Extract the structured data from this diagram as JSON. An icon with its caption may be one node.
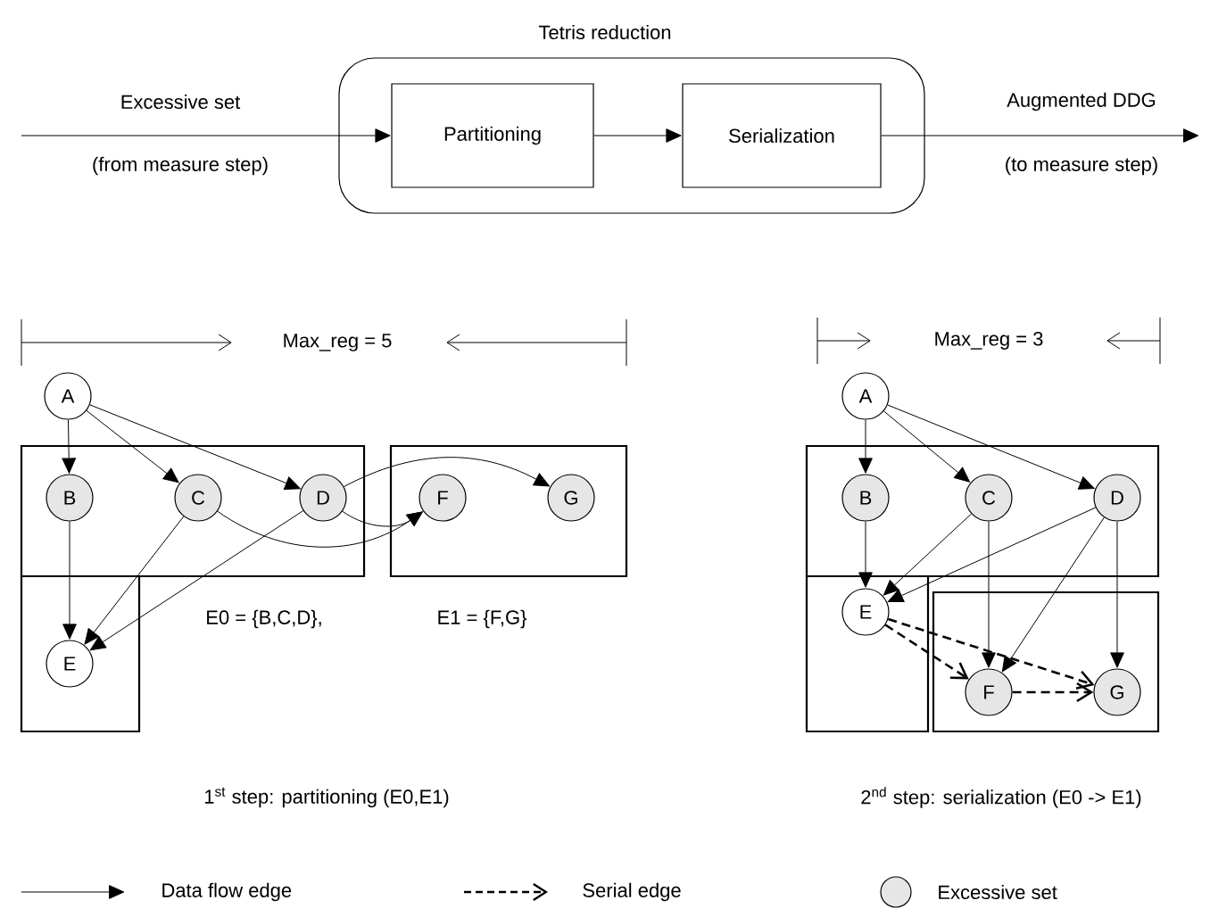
{
  "diagram": {
    "nodes": [
      {
        "text": [
          "Tetris reduction"
        ]
      },
      {
        "text": [
          "Partitioning"
        ],
        "in": 0
      },
      {
        "text": [
          "Serialization"
        ],
        "in": 0
      },
      {
        "text": [
          "A"
        ]
      },
      {
        "text": [],
        "shape": "box"
      },
      {
        "text": [
          "B"
        ],
        "in": 4
      },
      {
        "text": [
          "C"
        ],
        "in": 4
      },
      {
        "text": [
          "D"
        ],
        "in": 4
      },
      {
        "text": [],
        "shape": "box"
      },
      {
        "text": [
          "F"
        ],
        "in": 8
      },
      {
        "text": [
          "G"
        ],
        "in": 8
      },
      {
        "text": [],
        "shape": "box"
      },
      {
        "text": [
          "E"
        ],
        "in": 11
      },
      {
        "text": [
          "A"
        ]
      },
      {
        "text": [],
        "shape": "box"
      },
      {
        "text": [
          "B"
        ],
        "in": 14
      },
      {
        "text": [
          "C"
        ],
        "in": 14
      },
      {
        "text": [
          "D"
        ],
        "in": 14
      },
      {
        "text": [],
        "shape": "box"
      },
      {
        "text": [
          "E"
        ],
        "in": 18
      },
      {
        "text": [],
        "shape": "box"
      },
      {
        "text": [
          "F"
        ],
        "in": 20
      },
      {
        "text": [
          "G"
        ],
        "in": 20
      }
    ],
    "edges": [
      {
        "from": null,
        "to": 1,
        "arrow": "to",
        "label": "Excessive set"
      },
      {
        "from": 1,
        "to": 2,
        "arrow": "to"
      },
      {
        "from": 2,
        "to": null,
        "arrow": "to",
        "label": "Augmented DDG"
      },
      {
        "from": 3,
        "to": 5,
        "arrow": "to"
      },
      {
        "from": 3,
        "to": 6,
        "arrow": "to"
      },
      {
        "from": 3,
        "to": 7,
        "arrow": "to"
      },
      {
        "from": 7,
        "to": 10,
        "arrow": "to"
      },
      {
        "from": 6,
        "to": 9,
        "arrow": "to"
      },
      {
        "from": 7,
        "to": 9,
        "arrow": "to"
      },
      {
        "from": 5,
        "to": 12,
        "arrow": "to"
      },
      {
        "from": 6,
        "to": 12,
        "arrow": "to"
      },
      {
        "from": 7,
        "to": 12,
        "arrow": "to"
      },
      {
        "from": 13,
        "to": 15,
        "arrow": "to"
      },
      {
        "from": 13,
        "to": 16,
        "arrow": "to"
      },
      {
        "from": 13,
        "to": 17,
        "arrow": "to"
      },
      {
        "from": 15,
        "to": 19,
        "arrow": "to"
      },
      {
        "from": 16,
        "to": 19,
        "arrow": "to"
      },
      {
        "from": 17,
        "to": 19,
        "arrow": "to"
      },
      {
        "from": 16,
        "to": 21,
        "arrow": "to"
      },
      {
        "from": 17,
        "to": 21,
        "arrow": "to"
      },
      {
        "from": 17,
        "to": 22,
        "arrow": "to"
      },
      {
        "from": 19,
        "to": 21,
        "arrow": "to",
        "style": "dashed"
      },
      {
        "from": 19,
        "to": 22,
        "arrow": "to",
        "style": "dashed"
      },
      {
        "from": 21,
        "to": 22,
        "arrow": "to",
        "style": "dashed"
      }
    ],
    "labels": [
      "(from measure step)",
      "(to measure step)",
      "Max_reg = 5",
      "Max_reg = 3",
      "E0 = {B,C,D},",
      "E1 = {F,G}",
      "1$^{st}$ step: partitioning (E0,E1)",
      "2$^{nd}$ step: serialization (E0 -> E1)"
    ],
    "legend": [
      {
        "text": "Data flow edge"
      },
      {
        "text": "Serial edge"
      },
      {
        "text": "Excessive set",
        "color": "#e6e6e6"
      }
    ]
  }
}
